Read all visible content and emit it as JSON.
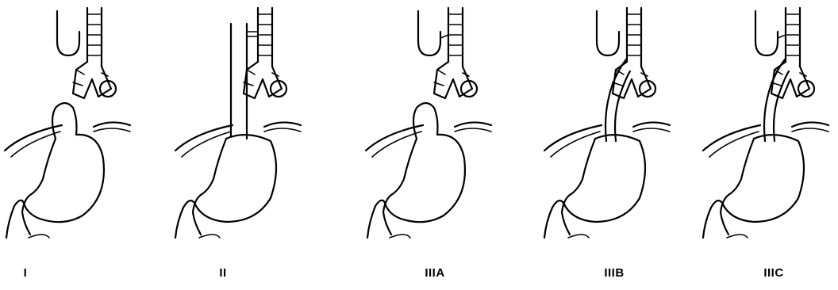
{
  "figure": {
    "panels": [
      {
        "label": "I",
        "variant": "I"
      },
      {
        "label": "II",
        "variant": "II"
      },
      {
        "label": "IIIA",
        "variant": "IIIA"
      },
      {
        "label": "IIIB",
        "variant": "IIIB"
      },
      {
        "label": "IIIC",
        "variant": "IIIC"
      }
    ]
  }
}
